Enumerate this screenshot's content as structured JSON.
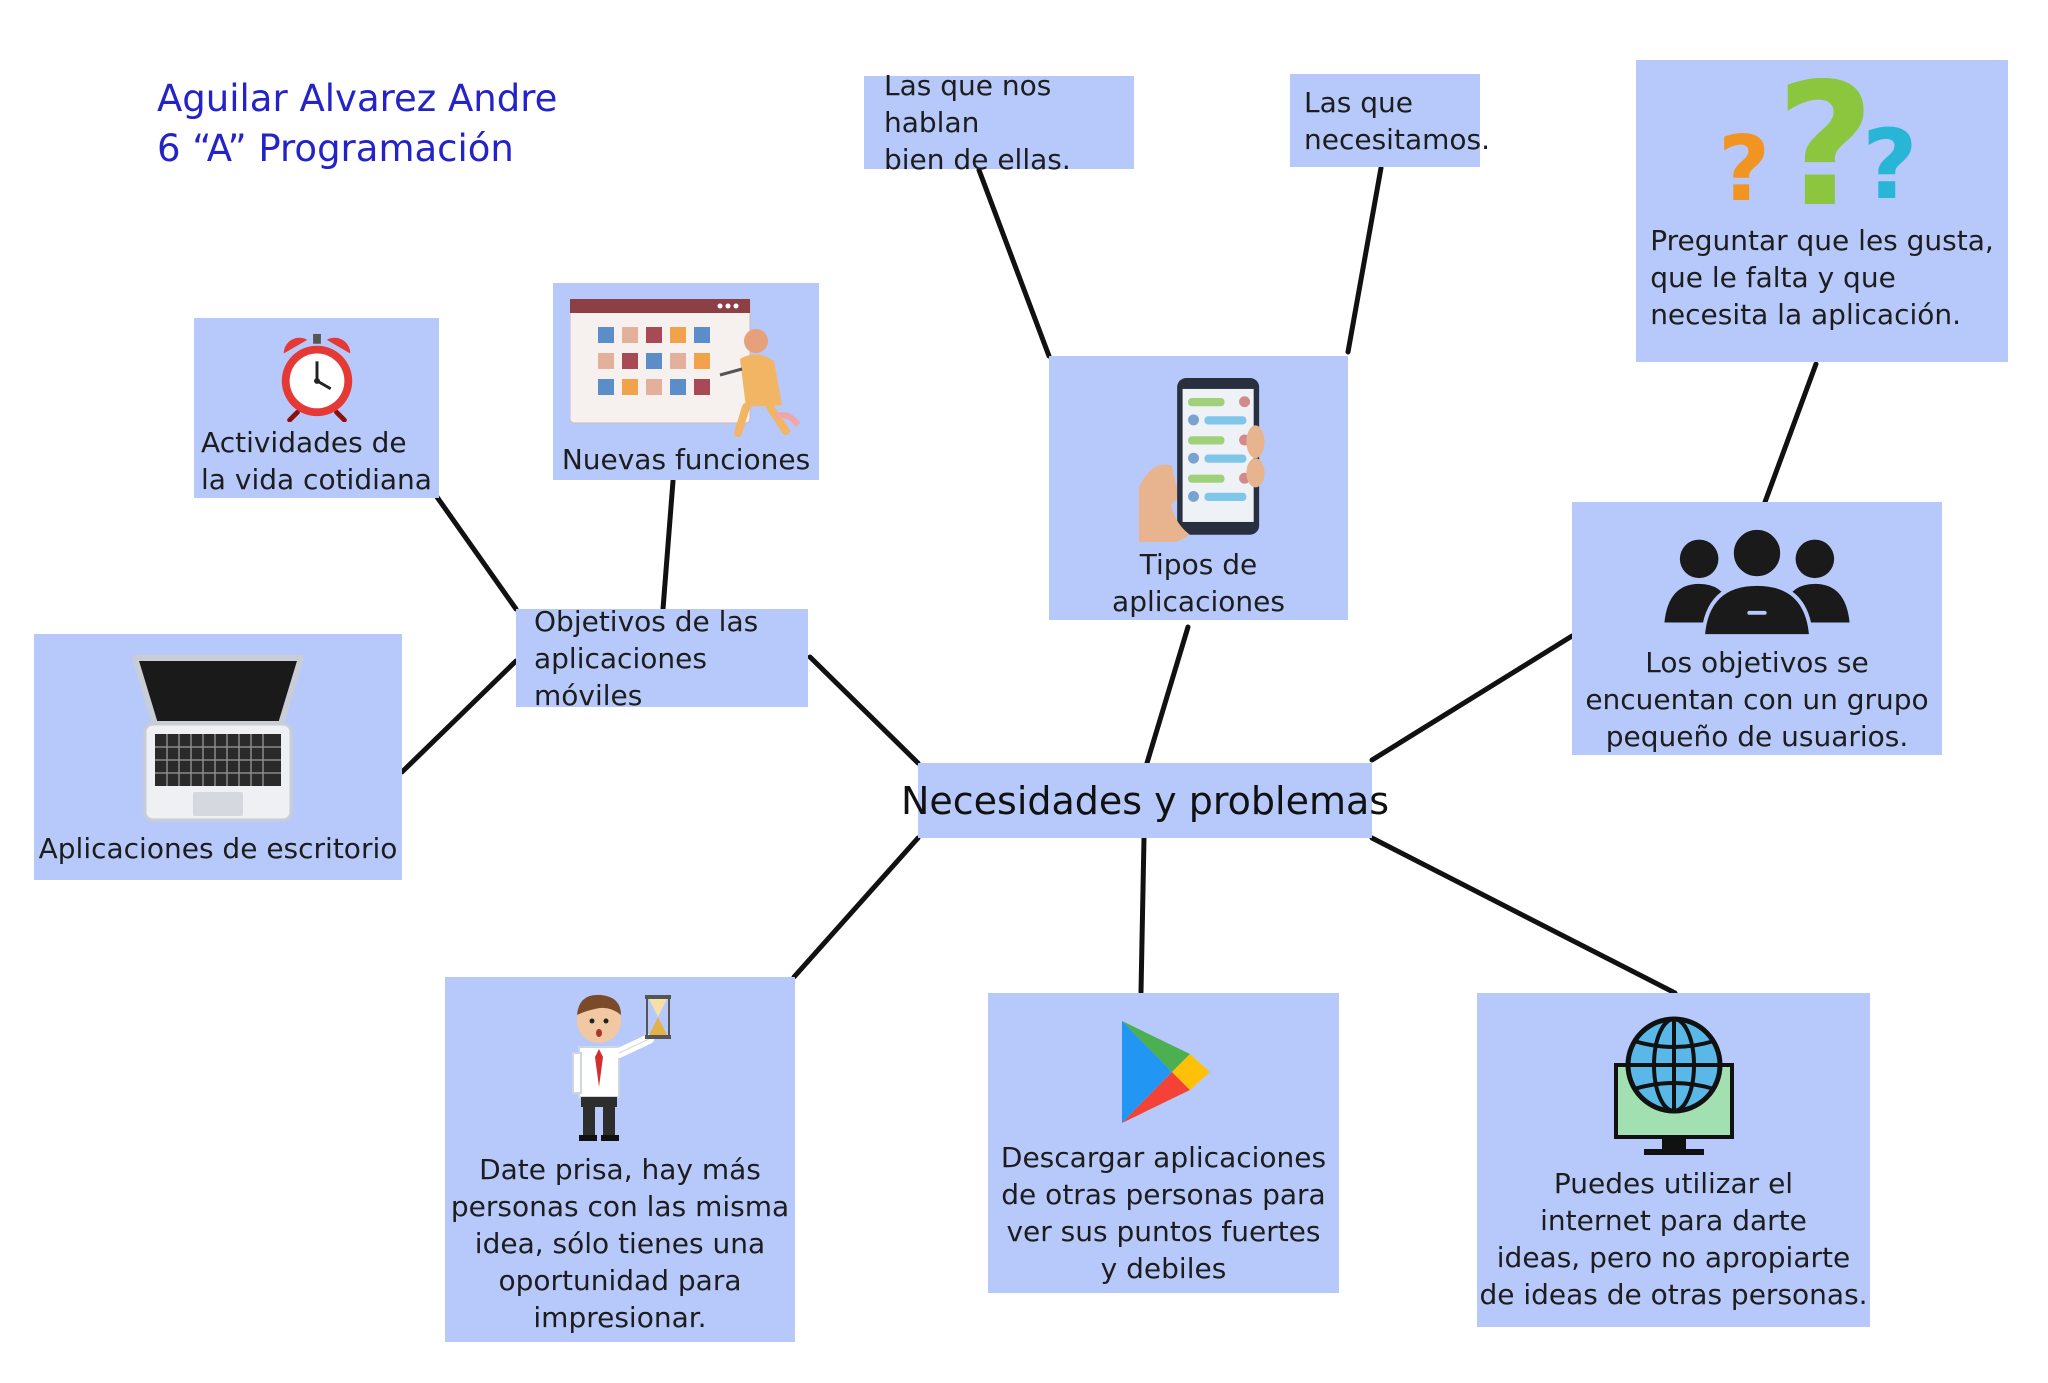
{
  "header": {
    "author": "Aguilar Alvarez Andre",
    "group": "6 “A” Programación"
  },
  "center": {
    "label": "Necesidades y problemas"
  },
  "nodes": {
    "objetivos": {
      "label_line1": "Objetivos de las",
      "label_line2": "aplicaciones móviles"
    },
    "actividades": {
      "label_line1": "Actividades de",
      "label_line2": "la vida cotidiana",
      "icon": "alarm-clock-icon"
    },
    "nuevas": {
      "label": "Nuevas funciones",
      "icon": "app-grid-designer-icon"
    },
    "escritorio": {
      "label": "Aplicaciones de escritorio",
      "icon": "laptop-icon"
    },
    "tipos": {
      "label": "Tipos de aplicaciones",
      "icon": "phone-chat-icon"
    },
    "hablan": {
      "label_line1": "Las que nos hablan",
      "label_line2": "bien de ellas."
    },
    "necesitamos": {
      "label_line1": "Las que",
      "label_line2": "necesitamos."
    },
    "preguntar": {
      "line1": "Preguntar que les gusta,",
      "line2": "que le falta y que",
      "line3": "necesita la aplicación.",
      "icon": "question-marks-icon"
    },
    "grupo": {
      "line1": "Los objetivos se",
      "line2": "encuentan con un grupo",
      "line3": "pequeño de usuarios.",
      "icon": "user-group-icon"
    },
    "prisa": {
      "line1": "Date prisa, hay más",
      "line2": "personas con las misma",
      "line3": "idea, sólo tienes una",
      "line4": "oportunidad para",
      "line5": "impresionar.",
      "icon": "businessman-hourglass-icon"
    },
    "descargar": {
      "line1": "Descargar aplicaciones",
      "line2": "de otras personas para",
      "line3": "ver sus puntos fuertes",
      "line4": "y debiles",
      "icon": "play-store-icon"
    },
    "internet": {
      "line1": "Puedes utilizar el",
      "line2": "internet para darte",
      "line3": "ideas, pero no apropiarte",
      "line4": "de ideas de otras personas.",
      "icon": "globe-monitor-icon"
    }
  },
  "colors": {
    "box": "#b7c9fb",
    "title": "#2323c8",
    "line": "#111111"
  }
}
